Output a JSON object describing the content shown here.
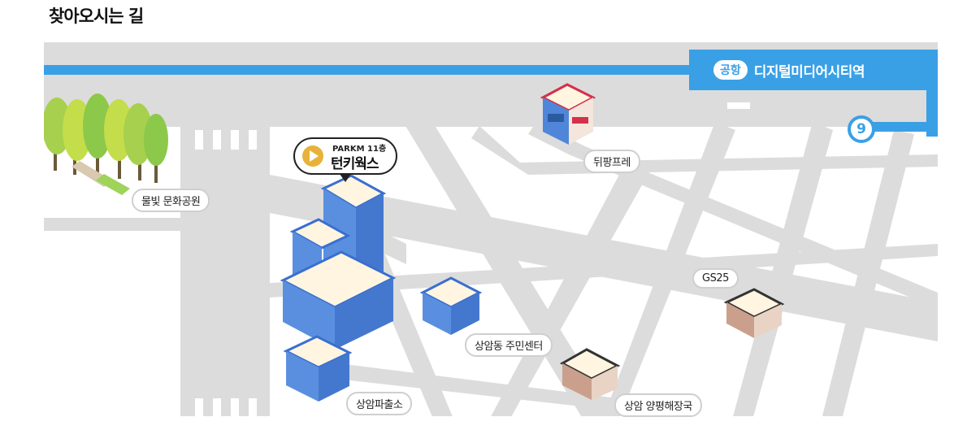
{
  "page": {
    "title": "찾아오시는 길"
  },
  "station": {
    "airport_badge": "공항",
    "name": "디지털미디어시티역",
    "line_number": "9",
    "line_color": "#3aa0e6"
  },
  "company": {
    "floor_label": "PARKM 11층",
    "name": "턴키웍스",
    "icon": "play-logo-icon",
    "accent": "#e8b23a"
  },
  "landmarks": {
    "park": "물빛 문화공원",
    "cafe": "뒤팡프레",
    "community_center": "상암동 주민센터",
    "police_box": "상암파출소",
    "convenience_store": "GS25",
    "pharmacy": "상암 양평해장국"
  },
  "colors": {
    "road": "#dcdcdc",
    "rail": "#3aa0e6",
    "building_blue": "#4f86d9",
    "building_top": "#fff5e0"
  }
}
